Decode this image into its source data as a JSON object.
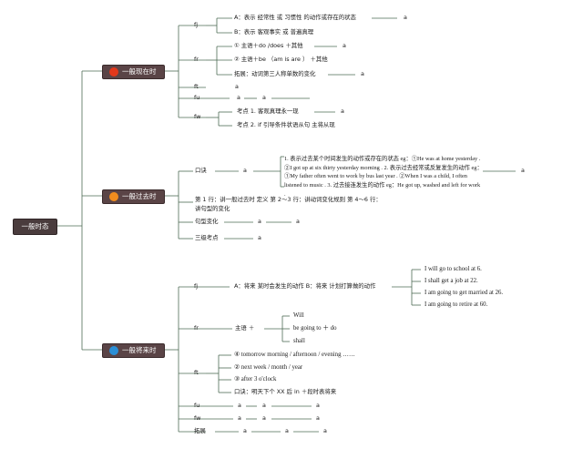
{
  "root": "一般时态",
  "colors": {
    "present_dot": "#e2381b",
    "past_dot": "#f08c1e",
    "future_dot": "#2b8fd6",
    "node_bg": "#5a4446",
    "line": "#4e6b55"
  },
  "present": {
    "title": "一般现在时",
    "fj": "fj",
    "fj_a": "A：表示 经常性 或 习惯性 的动作或存在的状态",
    "fj_a_v": "a",
    "fj_b": "B：表示 客观事实 或 普遍真理",
    "fr": "fr",
    "fr_1": "① 主语＋do /does ＋其他",
    "fr_1_v": "a",
    "fr_2": "② 主语＋be （am is are ） ＋其他",
    "fr_3": "拓展：动词第三人称单数的变化",
    "fr_3_v": "a",
    "ft": "ft",
    "ft_v": "a",
    "fu": "fu",
    "fu_v1": "a",
    "fu_v2": "a",
    "fw": "fw",
    "fw_1": "考点 1. 客观真理永一现",
    "fw_1_v": "a",
    "fw_2": "考点 2. if 引导条件状语从句 主将从现"
  },
  "past": {
    "title": "一般过去时",
    "kj": "口诀",
    "kj_v": "a",
    "detail": "1. 表示过去某个时间发生的动作或存在的状态 eg：①He was at home yesterday . ②I got up at six thirty yesterday morning . 2. 表示过去经常或反复发生的动作 eg：①My father often went to work by bus last year . ②When I was a child, I often listened to music . 3. 过去接连发生的动作 eg：He got up, washed and left for work .",
    "detail_v": "a",
    "rows": "第 1 行：讲一般过去时 定义 第 2～3 行：讲动词变化规则 第 4～6 行：讲句型的变化",
    "jx": "句型变化",
    "jx_v1": "a",
    "jx_v2": "a",
    "sk": "三级考点",
    "sk_v": "a"
  },
  "future": {
    "title": "一般将来时",
    "fj": "fj",
    "fj_text": "A：将来 某时会发生的动作 B：将来 计划打算做的动作",
    "ex1": "I will go to school at 6.",
    "ex2": "I shall get a job at 22.",
    "ex3": "I am going to get married at 26.",
    "ex4": "I am going to retire at 60.",
    "fr": "fr",
    "fr_text": "主语 ＋",
    "will": "Will",
    "be_going": "be going to ＋ do",
    "shall": "shall",
    "ft": "ft",
    "ft_1": "④ tomorrow morning / afternoon / evening ……",
    "ft_2": "② next week / month / year",
    "ft_3": "③ after 3 o'clock",
    "ft_4": "口诀：明天下个 XX 后 in ＋段时表将来",
    "fu": "fu",
    "fu_v1": "a",
    "fu_v2": "a",
    "fu_v3": "a",
    "fw": "fw",
    "fw_v1": "a",
    "fw_v2": "a",
    "fw_v3": "a",
    "tz": "拓展",
    "tz_v1": "a",
    "tz_v2": "a",
    "tz_v3": "a"
  }
}
